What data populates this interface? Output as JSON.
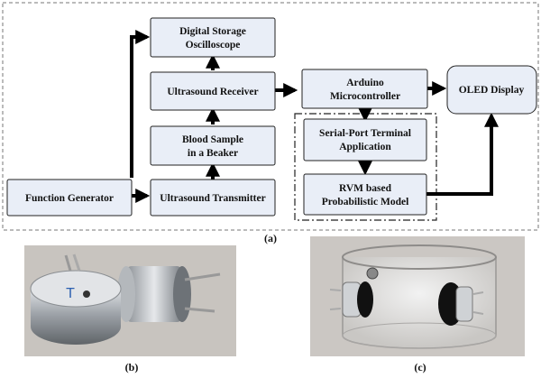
{
  "figure": {
    "panel_a_caption": "(a)",
    "panel_b_caption": "(b)",
    "panel_c_caption": "(c)"
  },
  "blocks": {
    "function_generator": "Function Generator",
    "ultrasound_transmitter": "Ultrasound Transmitter",
    "blood_sample_line1": "Blood Sample",
    "blood_sample_line2": "in a Beaker",
    "ultrasound_receiver": "Ultrasound Receiver",
    "oscilloscope_line1": "Digital Storage",
    "oscilloscope_line2": "Oscilloscope",
    "arduino_line1": "Arduino",
    "arduino_line2": "Microcontroller",
    "oled_display": "OLED Display",
    "serial_port_line1": "Serial-Port Terminal",
    "serial_port_line2": "Application",
    "rvm_line1": "RVM based",
    "rvm_line2": "Probabilistic Model"
  },
  "photo_b": {
    "transducer_marking": "T"
  },
  "colors": {
    "box_fill": "#e9eef7",
    "arrow": "#000000",
    "photo_background_b": "#c8c4bf",
    "photo_background_c": "#cbc7c3"
  }
}
